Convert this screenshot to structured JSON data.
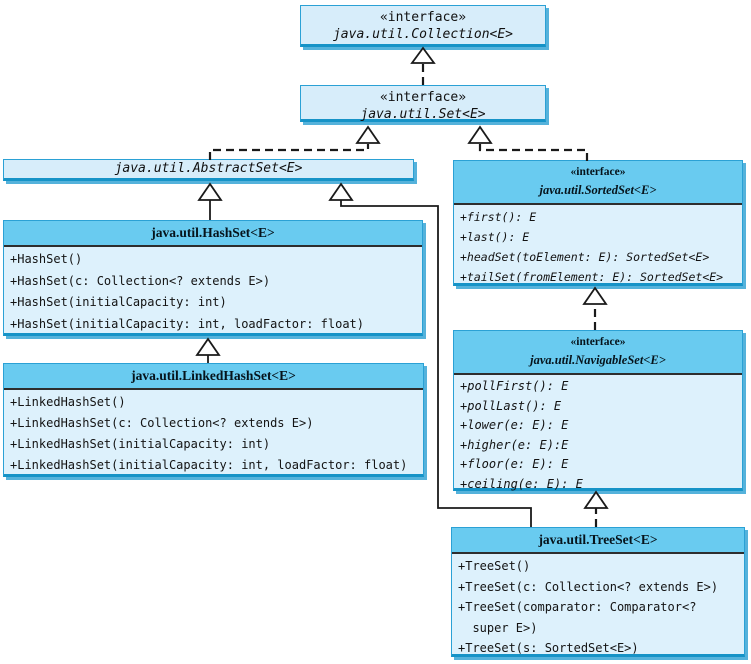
{
  "colors": {
    "header_fill": "#69CBF0",
    "body_fill": "#DDF1FC",
    "light_fill": "#D7EDFA",
    "border": "#2BA1D5",
    "border_dark": "#1693C7",
    "shadow": "#55B2DB",
    "line": "#1a1a1a"
  },
  "boxes": {
    "collection": {
      "stereotype": "«interface»",
      "name": "java.util.Collection<E>"
    },
    "set": {
      "stereotype": "«interface»",
      "name": "java.util.Set<E>"
    },
    "abstractset": {
      "name": "java.util.AbstractSet<E>"
    },
    "hashset": {
      "name": "java.util.HashSet<E>",
      "methods": [
        "+HashSet()",
        "+HashSet(c: Collection<? extends E>)",
        "+HashSet(initialCapacity: int)",
        "+HashSet(initialCapacity: int, loadFactor: float)"
      ]
    },
    "linkedhashset": {
      "name": "java.util.LinkedHashSet<E>",
      "methods": [
        "+LinkedHashSet()",
        "+LinkedHashSet(c: Collection<? extends E>)",
        "+LinkedHashSet(initialCapacity: int)",
        "+LinkedHashSet(initialCapacity: int, loadFactor: float)"
      ]
    },
    "sortedset": {
      "stereotype": "«interface»",
      "name": "java.util.SortedSet<E>",
      "methods": [
        "+first(): E",
        "+last(): E",
        "+headSet(toElement: E): SortedSet<E>",
        "+tailSet(fromElement: E): SortedSet<E>"
      ]
    },
    "navigableset": {
      "stereotype": "«interface»",
      "name": "java.util.NavigableSet<E>",
      "methods": [
        "+pollFirst(): E",
        "+pollLast(): E",
        "+lower(e: E): E",
        "+higher(e: E):E",
        "+floor(e: E): E",
        "+ceiling(e: E): E"
      ]
    },
    "treeset": {
      "name": "java.util.TreeSet<E>",
      "methods": [
        "+TreeSet()",
        "+TreeSet(c: Collection<? extends E>)",
        "+TreeSet(comparator: Comparator<?",
        "  super E>)",
        "+TreeSet(s: SortedSet<E>)"
      ]
    }
  },
  "relationships": [
    {
      "from": "java.util.Set<E>",
      "to": "java.util.Collection<E>",
      "type": "dashed-generalization"
    },
    {
      "from": "java.util.AbstractSet<E>",
      "to": "java.util.Set<E>",
      "type": "dashed-realization"
    },
    {
      "from": "java.util.SortedSet<E>",
      "to": "java.util.Set<E>",
      "type": "dashed-generalization"
    },
    {
      "from": "java.util.HashSet<E>",
      "to": "java.util.AbstractSet<E>",
      "type": "solid-generalization"
    },
    {
      "from": "java.util.LinkedHashSet<E>",
      "to": "java.util.HashSet<E>",
      "type": "solid-generalization"
    },
    {
      "from": "java.util.NavigableSet<E>",
      "to": "java.util.SortedSet<E>",
      "type": "dashed-generalization"
    },
    {
      "from": "java.util.TreeSet<E>",
      "to": "java.util.AbstractSet<E>",
      "type": "solid-generalization"
    },
    {
      "from": "java.util.TreeSet<E>",
      "to": "java.util.NavigableSet<E>",
      "type": "dashed-realization"
    }
  ]
}
